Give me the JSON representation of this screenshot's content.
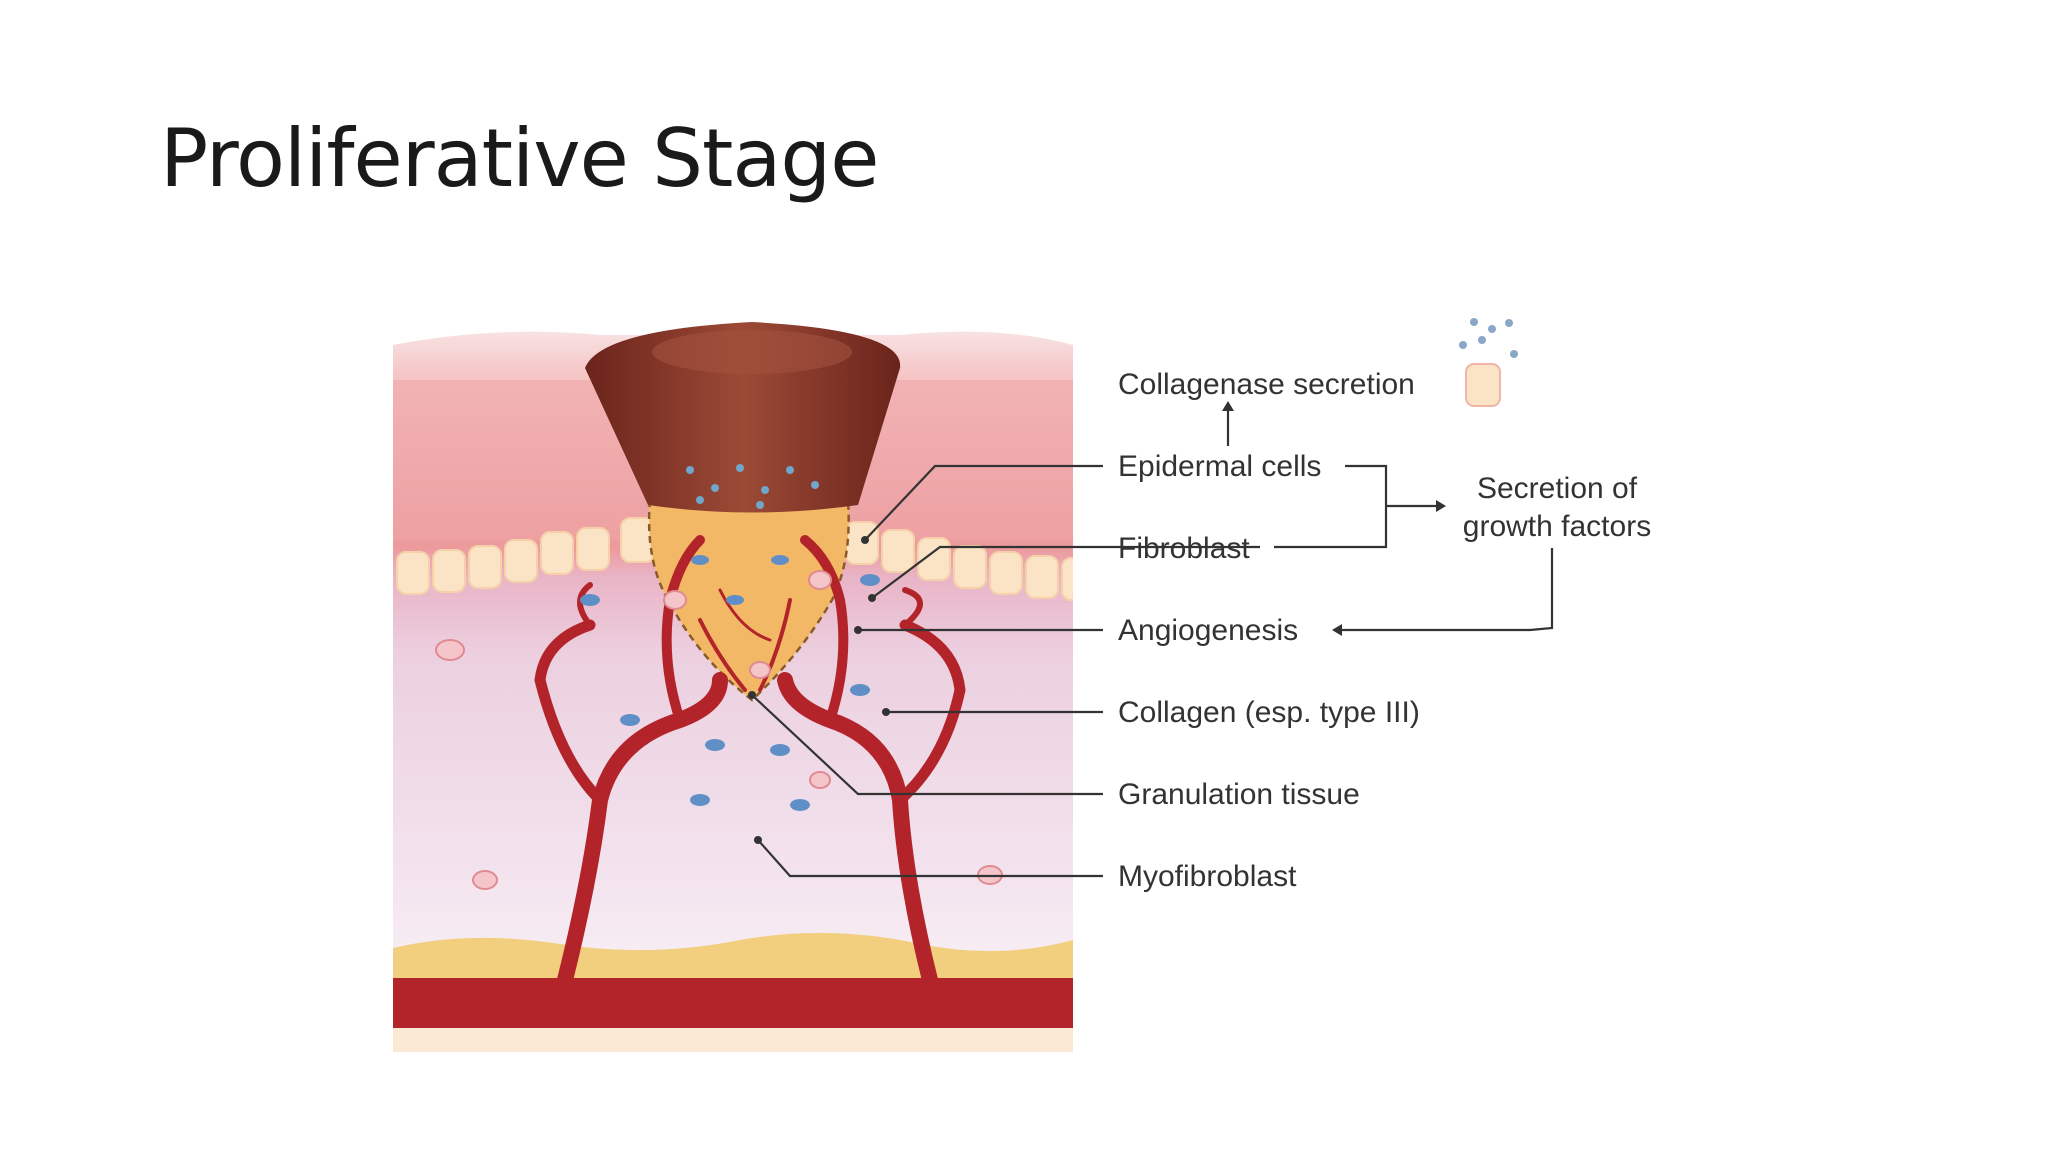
{
  "slide": {
    "title": "Proliferative Stage"
  },
  "labels": {
    "collagenase_secretion": "Collagenase secretion",
    "epidermal_cells": "Epidermal cells",
    "fibroblast": "Fibroblast",
    "angiogenesis": "Angiogenesis",
    "collagen": "Collagen (esp. type III)",
    "granulation_tissue": "Granulation tissue",
    "myofibroblast": "Myofibroblast",
    "secretion_line1": "Secretion of",
    "secretion_line2": "growth factors"
  },
  "colors": {
    "scab": "#7a2e22",
    "vessel": "#b3242a",
    "epidermis": "#f2a7a8",
    "dermis": "#ecd0e0",
    "fat": "#f2cf7e",
    "granulation": "#f3b866",
    "fibroblast": "#5f8fc6"
  }
}
